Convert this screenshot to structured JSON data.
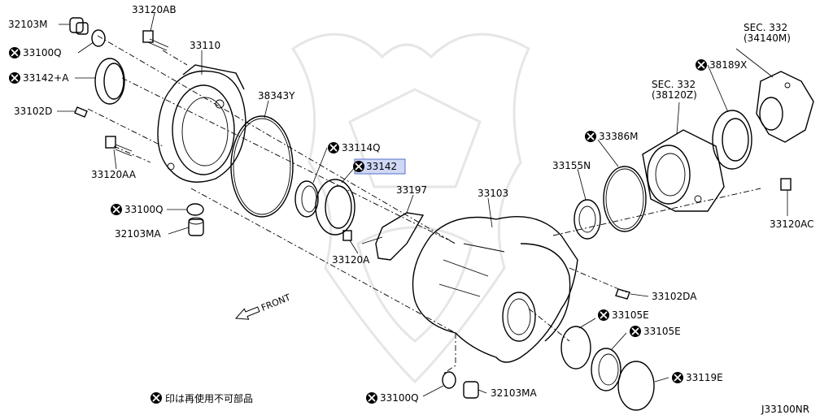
{
  "diagram_id": "J33100NR",
  "legend_text": "印は再使用不可部品",
  "labels": {
    "l_32103M": "32103M",
    "l_33120AB": "33120AB",
    "l_33100Q_top": "33100Q",
    "l_33110": "33110",
    "l_33142A": "33142+A",
    "l_33102D": "33102D",
    "l_38343Y": "38343Y",
    "l_33120AA": "33120AA",
    "l_33114Q": "33114Q",
    "l_33142": "33142",
    "l_33100Q_mid": "33100Q",
    "l_32103MA_left": "32103MA",
    "l_33197": "33197",
    "l_33120A": "33120A",
    "l_33103": "33103",
    "l_sec332a_1": "SEC. 332",
    "l_sec332a_2": "(34140M)",
    "l_38189X": "38189X",
    "l_sec332b_1": "SEC. 332",
    "l_sec332b_2": "(38120Z)",
    "l_33386M": "33386M",
    "l_33155N": "33155N",
    "l_33120AC": "33120AC",
    "l_33102DA": "33102DA",
    "l_33105E_1": "33105E",
    "l_33105E_2": "33105E",
    "l_33119E": "33119E",
    "l_33100Q_bot": "33100Q",
    "l_32103MA_bot": "32103MA",
    "l_front": "FRONT"
  }
}
